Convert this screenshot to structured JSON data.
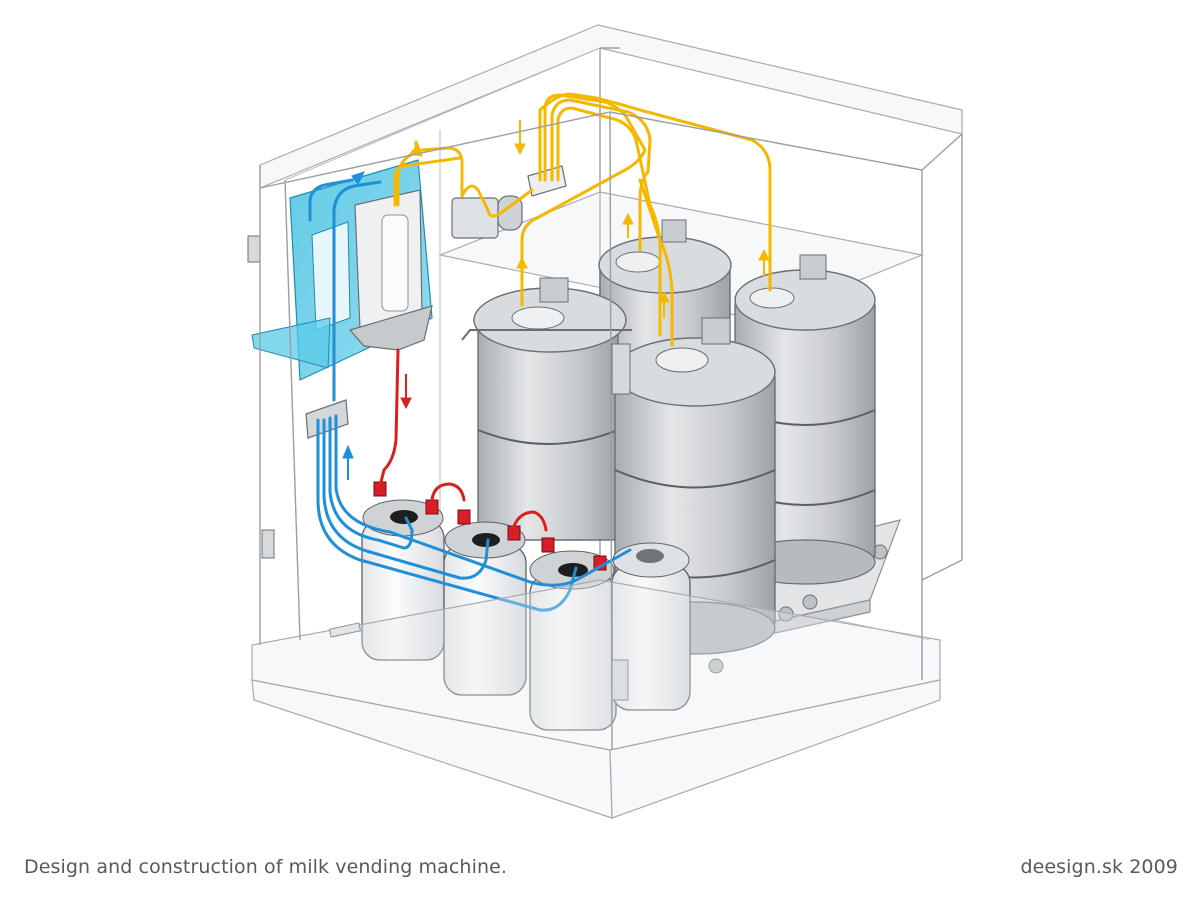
{
  "caption": {
    "description": "Design and construction of milk vending machine.",
    "credit": "deesign.sk 2009"
  },
  "colors": {
    "cold_line": "#1e8fd8",
    "milk_supply_line": "#f5b800",
    "return_line": "#d8201c",
    "dispenser_panel": "#4cc4e3",
    "caption_text": "#555a5e"
  },
  "components": [
    "cabinet",
    "dispensing-panel",
    "dispenser-cup-unit",
    "pump-unit",
    "distribution-manifold",
    "milk-tank-1",
    "milk-tank-2",
    "milk-tank-3",
    "milk-tank-4",
    "cleaning-canister-1",
    "cleaning-canister-2",
    "cleaning-canister-3",
    "cleaning-canister-4",
    "control-box",
    "tank-trolley"
  ]
}
